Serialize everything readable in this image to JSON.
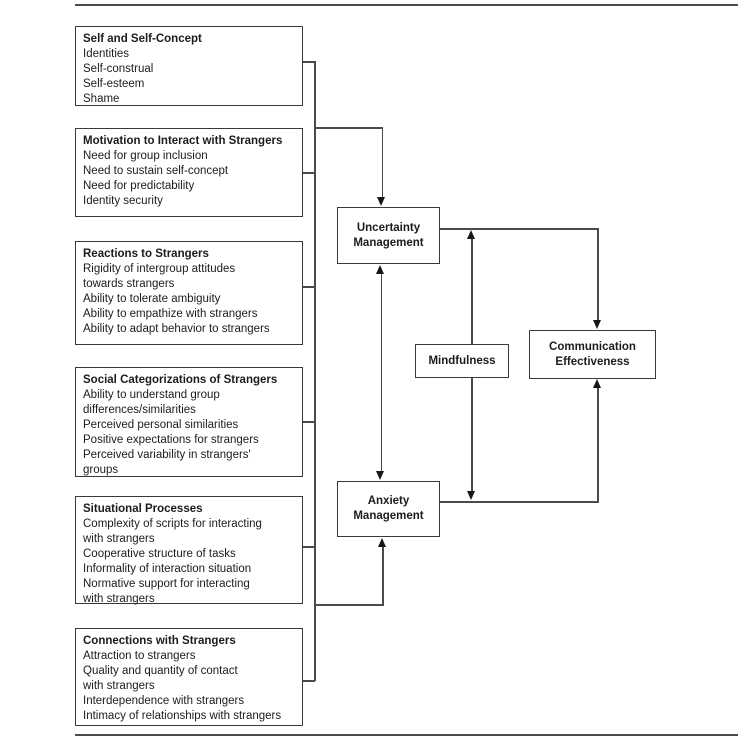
{
  "figure": {
    "left_boxes": [
      {
        "title": "Self and Self-Concept",
        "items": [
          "Identities",
          "Self-construal",
          "Self-esteem",
          "Shame"
        ]
      },
      {
        "title": "Motivation to Interact with Strangers",
        "items": [
          "Need for group inclusion",
          "Need to sustain self-concept",
          "Need for predictability",
          "Identity security"
        ]
      },
      {
        "title": "Reactions to Strangers",
        "items": [
          "Rigidity of intergroup attitudes\ntowards strangers",
          "Ability to tolerate ambiguity",
          "Ability to empathize with strangers",
          "Ability to adapt behavior to strangers"
        ]
      },
      {
        "title": "Social Categorizations of Strangers",
        "items": [
          "Ability to understand group\ndifferences/similarities",
          "Perceived personal similarities",
          "Positive expectations for strangers",
          "Perceived variability in strangers'\ngroups"
        ]
      },
      {
        "title": "Situational Processes",
        "items": [
          "Complexity of scripts for interacting\nwith strangers",
          "Cooperative structure of tasks",
          "Informality of interaction situation",
          "Normative support for interacting\nwith strangers"
        ]
      },
      {
        "title": "Connections with Strangers",
        "items": [
          "Attraction to strangers",
          "Quality and quantity of contact\nwith strangers",
          "Interdependence with strangers",
          "Intimacy of relationships with strangers"
        ]
      }
    ],
    "process_boxes": {
      "uncertainty": "Uncertainty\nManagement",
      "anxiety": "Anxiety\nManagement",
      "mindfulness": "Mindfulness",
      "communication": "Communication\nEffectiveness"
    },
    "colors": {
      "line": "#4a4a4a",
      "arrow": "#171717",
      "border": "#3a3a3a",
      "text": "#1c1c1c",
      "rule": "#4c4c4c",
      "background": "#ffffff"
    }
  }
}
